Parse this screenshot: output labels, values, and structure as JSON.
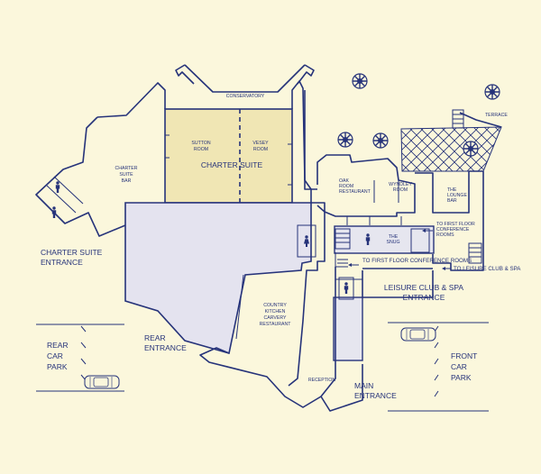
{
  "colors": {
    "background": "#fbf7dc",
    "ink": "#26337a",
    "charter_suite_fill": "#f0e6b4",
    "main_hall_fill": "#e4e3ef",
    "side_block_fill": "#e6e6ef",
    "toilet_fill": "#d9dbe8"
  },
  "icons": [
    "tree-icon",
    "toilet-person-icon",
    "car-icon",
    "stairs-icon",
    "arrow-icon"
  ],
  "rooms": {
    "conservatory": "CONSERVATORY",
    "sutton_room": [
      "SUTTON",
      "ROOM"
    ],
    "vesey_room": [
      "VESEY",
      "ROOM"
    ],
    "charter_suite": "CHARTER SUITE",
    "charter_suite_bar": [
      "CHARTER",
      "SUITE",
      "BAR"
    ],
    "oak_room_restaurant": [
      "OAK",
      "ROOM",
      "RESTAURANT"
    ],
    "wyndley_room": [
      "WYNDLEY",
      "ROOM"
    ],
    "lounge_bar": [
      "THE",
      "LOUNGE",
      "BAR"
    ],
    "the_snug": [
      "THE",
      "SNUG"
    ],
    "country_kitchen": [
      "COUNTRY",
      "KITCHEN",
      "CARVERY",
      "RESTAURANT"
    ],
    "reception": "RECEPTION",
    "terrace": "TERRACE"
  },
  "directions": {
    "first_floor_upper": [
      "TO FIRST FLOOR",
      "CONFERENCE",
      "ROOMS"
    ],
    "first_floor_lower": "TO FIRST FLOOR CONFERENCE ROOMS",
    "leisure_club": "TO LEISURE CLUB & SPA"
  },
  "entrances": {
    "charter_suite": [
      "CHARTER SUITE",
      "ENTRANCE"
    ],
    "rear": [
      "REAR",
      "ENTRANCE"
    ],
    "main": [
      "MAIN",
      "ENTRANCE"
    ],
    "leisure_club": [
      "LEISURE CLUB & SPA",
      "ENTRANCE"
    ]
  },
  "car_parks": {
    "rear": [
      "REAR",
      "CAR",
      "PARK"
    ],
    "front": [
      "FRONT",
      "CAR",
      "PARK"
    ]
  }
}
